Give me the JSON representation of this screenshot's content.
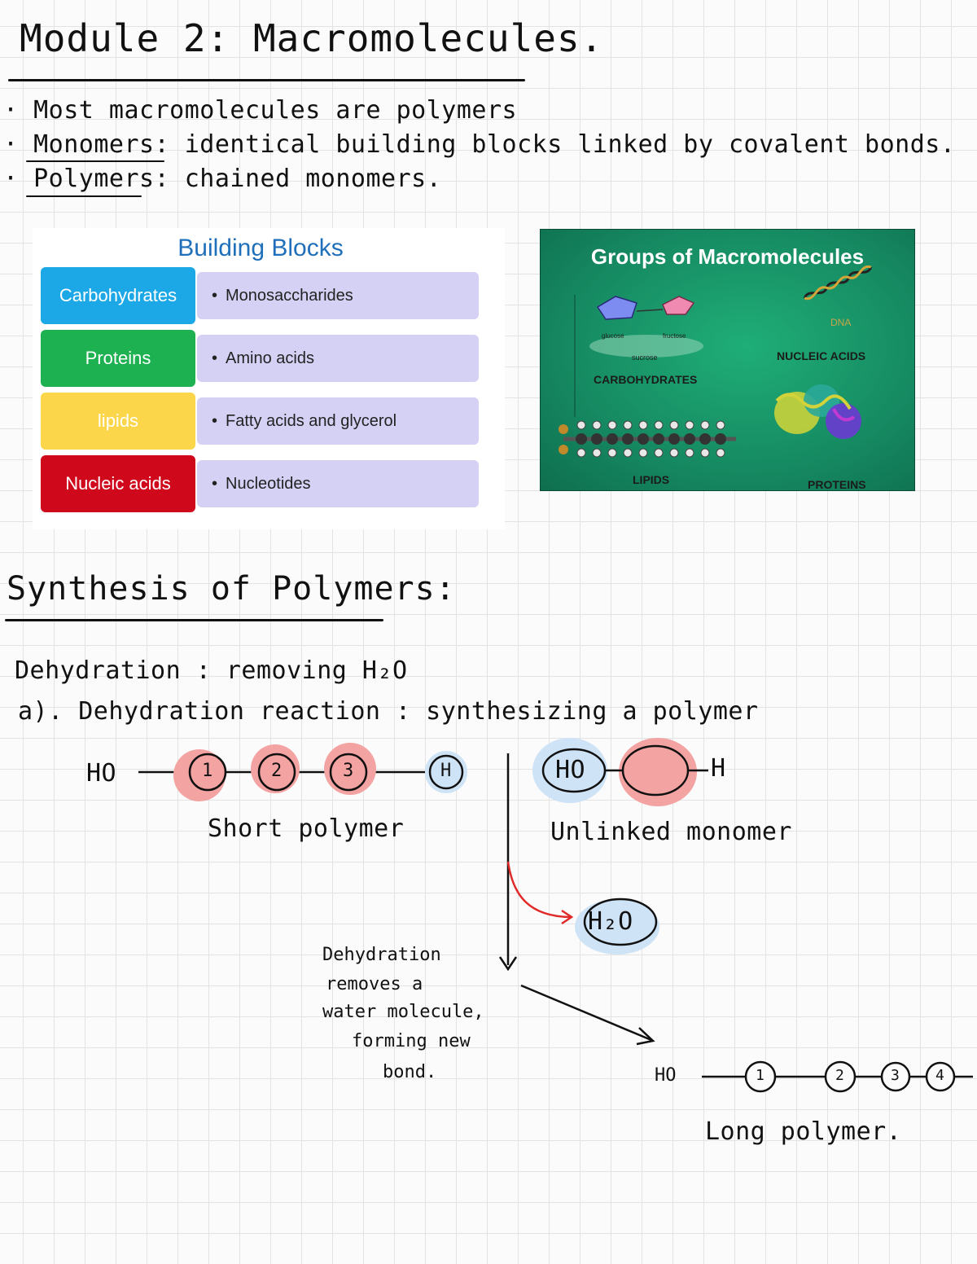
{
  "title": "Module 2: Macromolecules.",
  "notes": [
    "· Most macromolecules are polymers",
    "· Monomers: identical building blocks linked by covalent bonds.",
    "· Polymers: chained monomers."
  ],
  "building_blocks": {
    "title": "Building Blocks",
    "rows": [
      {
        "label": "Carbohydrates",
        "item": "Monosaccharides",
        "color": "#1ca7e6"
      },
      {
        "label": "Proteins",
        "item": "Amino acids",
        "color": "#1db151"
      },
      {
        "label": "lipids",
        "item": "Fatty acids and glycerol",
        "color": "#fbd54a"
      },
      {
        "label": "Nucleic acids",
        "item": "Nucleotides",
        "color": "#d0081c"
      }
    ]
  },
  "groups": {
    "title": "Groups of Macromolecules",
    "carbohydrates": "CARBOHYDRATES",
    "nucleic_acids": "NUCLEIC ACIDS",
    "dna": "DNA",
    "lipids": "LIPIDS",
    "proteins": "PROTEINS",
    "sucrose": "sucrose",
    "glucose": "glucose",
    "fructose": "fructose"
  },
  "synthesis": {
    "heading": "Synthesis of Polymers:",
    "dehydration_def": "Dehydration : removing H₂O",
    "reaction": "a). Dehydration reaction : synthesizing a polymer",
    "short_polymer": "Short polymer",
    "unlinked_monomer": "Unlinked monomer",
    "water": "H₂O",
    "ho": "HO",
    "h": "H",
    "explanation": [
      "Dehydration",
      "removes a",
      "water molecule,",
      "forming new",
      "bond."
    ],
    "long_polymer": "Long polymer.",
    "monomer_numbers": [
      "1",
      "2",
      "3",
      "4"
    ]
  }
}
